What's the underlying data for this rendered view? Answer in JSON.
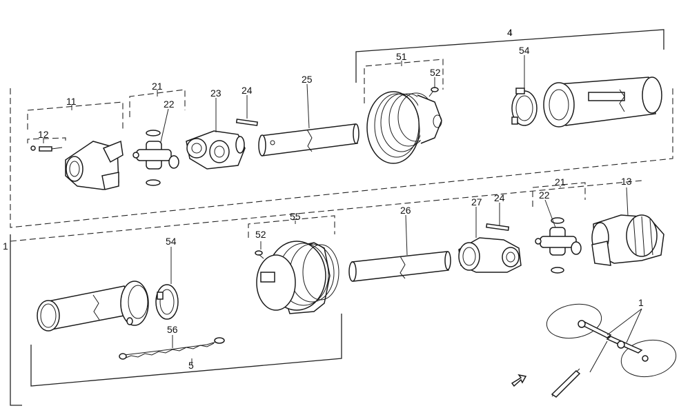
{
  "callouts": {
    "c4": "4",
    "c51": "51",
    "c52_top": "52",
    "c54_top": "54",
    "c11": "11",
    "c12": "12",
    "c21_top": "21",
    "c22_top": "22",
    "c23": "23",
    "c24_top": "24",
    "c25": "25",
    "c1_left": "1",
    "c54_bottom": "54",
    "c52_bottom": "52",
    "c55": "55",
    "c26": "26",
    "c27": "27",
    "c24_bottom": "24",
    "c21_bottom": "21",
    "c22_bottom": "22",
    "c13": "13",
    "c56": "56",
    "c5": "5",
    "c1_inset": "1"
  }
}
